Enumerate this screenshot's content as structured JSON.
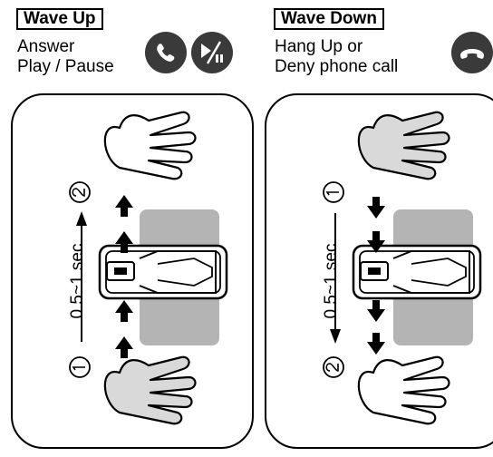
{
  "wave_up": {
    "title": "Wave Up",
    "lines": [
      "Answer",
      "Play / Pause"
    ],
    "timing": "0.5~1 sec",
    "icons": [
      "phone-answer-icon",
      "play-pause-icon"
    ],
    "steps": [
      "start-below",
      "end-above"
    ]
  },
  "wave_down": {
    "title": "Wave Down",
    "lines": [
      "Hang Up or",
      "Deny phone call"
    ],
    "timing": "0.5~1 sec",
    "icons": [
      "phone-hangup-icon"
    ],
    "steps": [
      "start-above",
      "end-below"
    ]
  },
  "colors": {
    "icon_fill": "#3a3a3a",
    "hand_grey": "#d9d9d9",
    "sensor_zone": "#b4b4b4",
    "ink": "#000000"
  }
}
